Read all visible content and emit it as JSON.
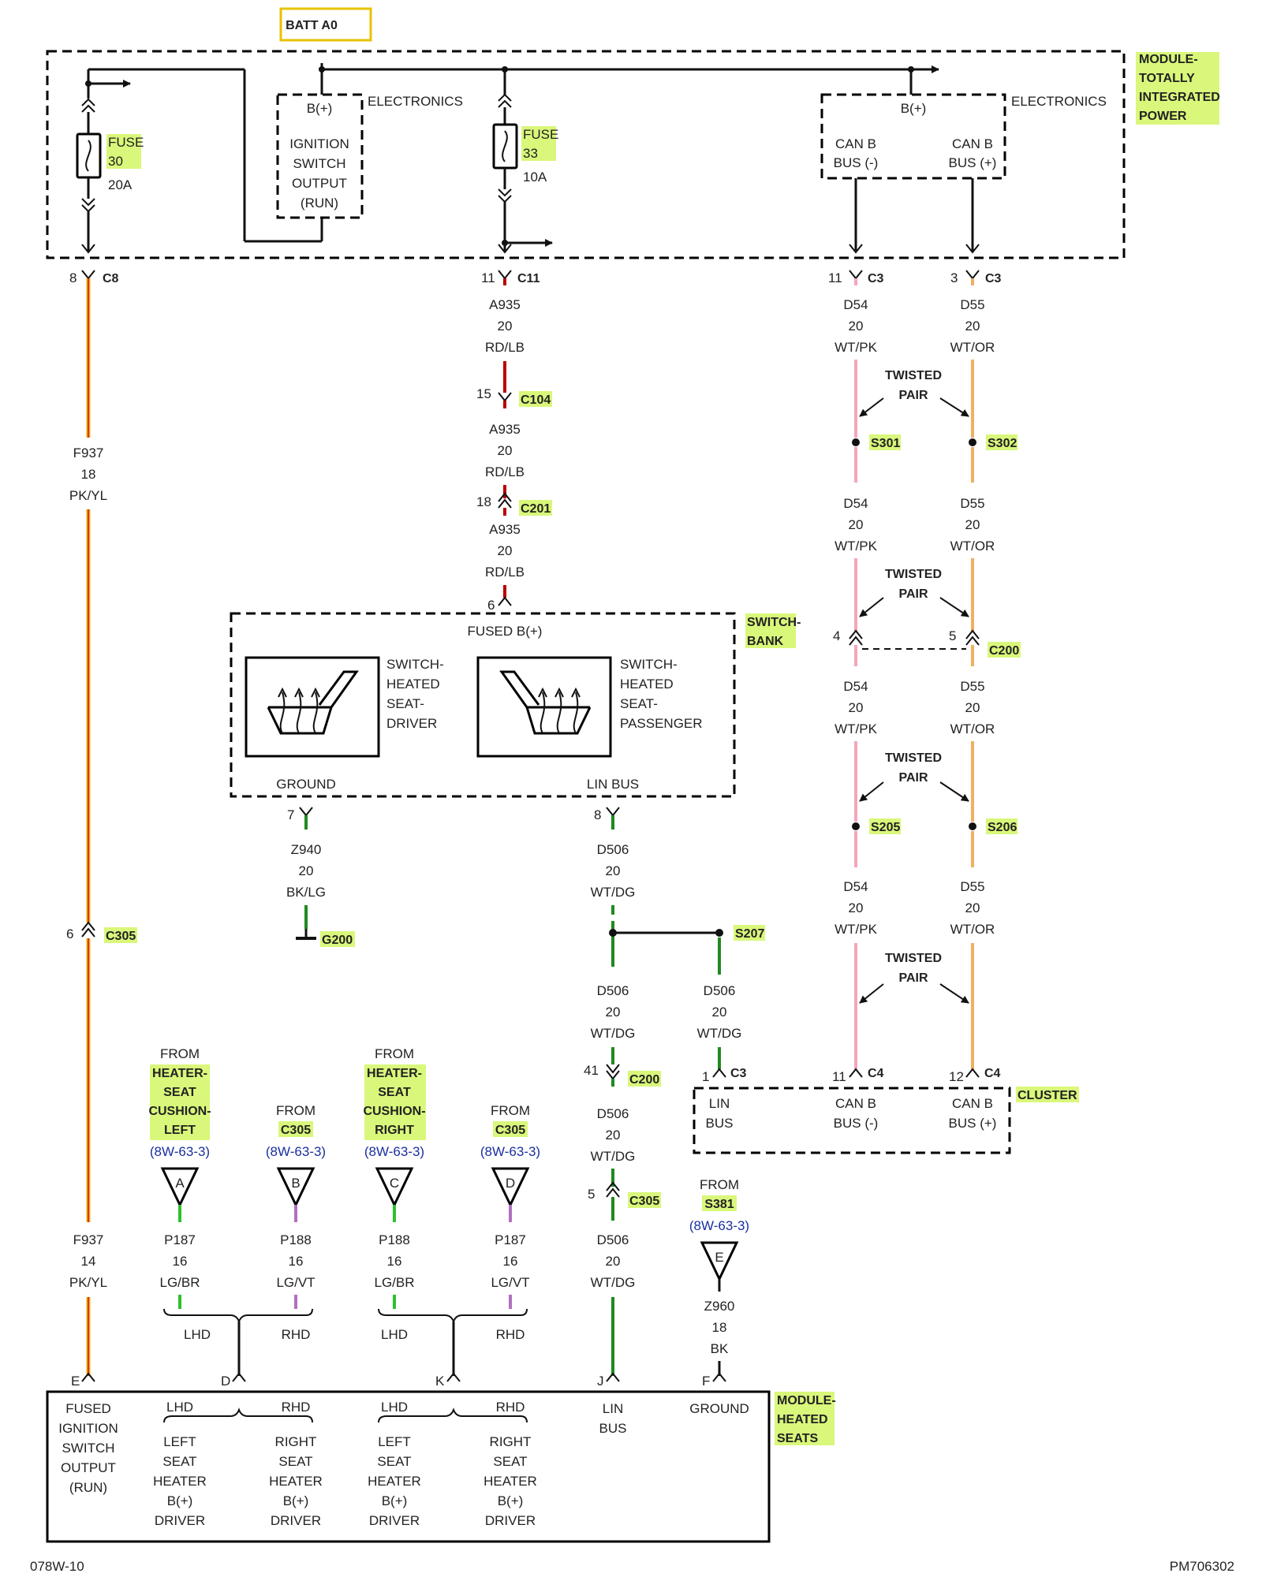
{
  "batt_label": "BATT A0",
  "tipm": {
    "name_lines": [
      "MODULE-",
      "TOTALLY",
      "INTEGRATED",
      "POWER"
    ],
    "fuse30": {
      "label": "FUSE",
      "number": "30",
      "rating": "20A"
    },
    "fuse33": {
      "label": "FUSE",
      "number": "33",
      "rating": "10A"
    },
    "ignition": {
      "heading": "B(+)",
      "side": "ELECTRONICS",
      "lines": [
        "IGNITION",
        "SWITCH",
        "OUTPUT",
        "(RUN)"
      ]
    },
    "electronics": {
      "heading": "B(+)",
      "side": "ELECTRONICS",
      "can_minus": [
        "CAN B",
        "BUS (-)"
      ],
      "can_plus": [
        "CAN B",
        "BUS (+)"
      ]
    }
  },
  "connectors": {
    "c8": {
      "pin": "8",
      "name": "C8"
    },
    "c11": {
      "pin": "11",
      "name": "C11"
    },
    "c3a": {
      "pin": "11",
      "name": "C3"
    },
    "c3b": {
      "pin": "3",
      "name": "C3"
    },
    "c104": {
      "pin": "15",
      "name": "C104"
    },
    "c201": {
      "pin": "18",
      "name": "C201"
    },
    "sb6": {
      "pin": "6"
    },
    "c200a": {
      "pin": "4"
    },
    "c200b": {
      "pin": "5",
      "name": "C200"
    },
    "sb7": {
      "pin": "7"
    },
    "sb8": {
      "pin": "8"
    },
    "c305a": {
      "pin": "6",
      "name": "C305"
    },
    "c200c": {
      "pin": "41",
      "name": "C200"
    },
    "c305b": {
      "pin": "5",
      "name": "C305"
    },
    "c3c": {
      "pin": "1",
      "name": "C3"
    },
    "c4a": {
      "pin": "11",
      "name": "C4"
    },
    "c4b": {
      "pin": "12",
      "name": "C4"
    },
    "pinE": {
      "pin": "E"
    },
    "pinD": {
      "pin": "D"
    },
    "pinK": {
      "pin": "K"
    },
    "pinJ": {
      "pin": "J"
    },
    "pinF": {
      "pin": "F"
    }
  },
  "wires": {
    "f937a": [
      "F937",
      "18",
      "PK/YL"
    ],
    "a935a": [
      "A935",
      "20",
      "RD/LB"
    ],
    "a935b": [
      "A935",
      "20",
      "RD/LB"
    ],
    "a935c": [
      "A935",
      "20",
      "RD/LB"
    ],
    "d54a": [
      "D54",
      "20",
      "WT/PK"
    ],
    "d55a": [
      "D55",
      "20",
      "WT/OR"
    ],
    "d54b": [
      "D54",
      "20",
      "WT/PK"
    ],
    "d55b": [
      "D55",
      "20",
      "WT/OR"
    ],
    "d54c": [
      "D54",
      "20",
      "WT/PK"
    ],
    "d55c": [
      "D55",
      "20",
      "WT/OR"
    ],
    "d54d": [
      "D54",
      "20",
      "WT/PK"
    ],
    "d55d": [
      "D55",
      "20",
      "WT/OR"
    ],
    "z940": [
      "Z940",
      "20",
      "BK/LG"
    ],
    "d506a": [
      "D506",
      "20",
      "WT/DG"
    ],
    "d506b": [
      "D506",
      "20",
      "WT/DG"
    ],
    "d506c": [
      "D506",
      "20",
      "WT/DG"
    ],
    "d506d": [
      "D506",
      "20",
      "WT/DG"
    ],
    "d506e": [
      "D506",
      "20",
      "WT/DG"
    ],
    "f937b": [
      "F937",
      "14",
      "PK/YL"
    ],
    "p187a": [
      "P187",
      "16",
      "LG/BR"
    ],
    "p188a": [
      "P188",
      "16",
      "LG/VT"
    ],
    "p188b": [
      "P188",
      "16",
      "LG/BR"
    ],
    "p187b": [
      "P187",
      "16",
      "LG/VT"
    ],
    "z960": [
      "Z960",
      "18",
      "BK"
    ]
  },
  "twisted_pair": [
    "TWISTED",
    "PAIR"
  ],
  "splices": {
    "s301": "S301",
    "s302": "S302",
    "s205": "S205",
    "s206": "S206",
    "s207": "S207"
  },
  "ground_g200": "G200",
  "switch_bank": {
    "name_lines": [
      "SWITCH-",
      "BANK"
    ],
    "fused": "FUSED B(+)",
    "driver_lines": [
      "SWITCH-",
      "HEATED",
      "SEAT-",
      "DRIVER"
    ],
    "passenger_lines": [
      "SWITCH-",
      "HEATED",
      "SEAT-",
      "PASSENGER"
    ],
    "ground": "GROUND",
    "lin_bus": "LIN BUS"
  },
  "cluster": {
    "name": "CLUSTER",
    "lin": [
      "LIN",
      "BUS"
    ],
    "can_minus": [
      "CAN B",
      "BUS (-)"
    ],
    "can_plus": [
      "CAN B",
      "BUS (+)"
    ]
  },
  "refs": [
    {
      "letter": "A",
      "from": "FROM",
      "lines": [
        "HEATER-",
        "SEAT",
        "CUSHION-",
        "LEFT"
      ],
      "sheet": "(8W-63-3)"
    },
    {
      "letter": "B",
      "from": "FROM",
      "lines": [
        "C305"
      ],
      "sheet": "(8W-63-3)"
    },
    {
      "letter": "C",
      "from": "FROM",
      "lines": [
        "HEATER-",
        "SEAT",
        "CUSHION-",
        "RIGHT"
      ],
      "sheet": "(8W-63-3)"
    },
    {
      "letter": "D",
      "from": "FROM",
      "lines": [
        "C305"
      ],
      "sheet": "(8W-63-3)"
    },
    {
      "letter": "E",
      "from": "FROM",
      "lines": [
        "S381"
      ],
      "sheet": "(8W-63-3)"
    }
  ],
  "options": {
    "lhd": "LHD",
    "rhd": "RHD"
  },
  "hsm": {
    "name_lines": [
      "MODULE-",
      "HEATED",
      "SEATS"
    ],
    "fused_ign": [
      "FUSED",
      "IGNITION",
      "SWITCH",
      "OUTPUT",
      "(RUN)"
    ],
    "left_heater": [
      "LEFT",
      "SEAT",
      "HEATER",
      "B(+)",
      "DRIVER"
    ],
    "right_heater": [
      "RIGHT",
      "SEAT",
      "HEATER",
      "B(+)",
      "DRIVER"
    ],
    "lin": [
      "LIN",
      "BUS"
    ],
    "ground": "GROUND"
  },
  "footer": {
    "left": "078W-10",
    "right": "PM706302"
  }
}
